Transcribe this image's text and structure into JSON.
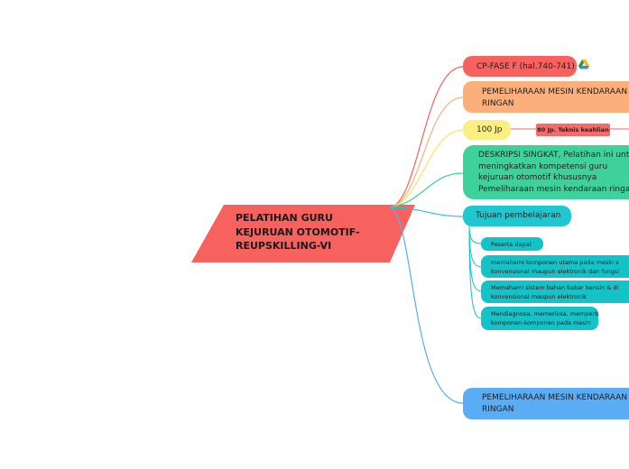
{
  "central": {
    "lines": [
      "PELATIHAN GURU",
      "KEJURUAN OTOMOTIF-",
      "REUPSKILLING-VI"
    ],
    "color": "#f7625f"
  },
  "nodes": {
    "cp_fase": {
      "text": "CP-FASE F (hal.740-741)",
      "color": "#f7625f",
      "icon": "google-drive-icon"
    },
    "pemeliharaan_1": {
      "lines": [
        "PEMELIHARAAN MESIN KENDARAAN",
        "RINGAN"
      ],
      "color": "#fbb07c"
    },
    "jp": {
      "text": "100 Jp",
      "color": "#fbef84"
    },
    "jp_tag": {
      "text": "80 Jp. Teknis keahlian",
      "color": "#f76a6a"
    },
    "deskripsi": {
      "lines": [
        "DESKRIPSI SINGKAT, Pelatihan ini untuk",
        "meningkatkan kompetensi guru",
        "kejuruan otomotif khususnya",
        "Pemeliharaan mesin kendaraan ringan."
      ],
      "color": "#3ed19e"
    },
    "tujuan": {
      "text": "Tujuan pembelajaran",
      "color": "#1fc8d1"
    },
    "sub": [
      {
        "lines": [
          "Peserta dapat"
        ]
      },
      {
        "lines": [
          "memahami  komponen utama pada mesin s",
          "konvensional maupun elektronik dan fungsi"
        ]
      },
      {
        "lines": [
          "Memahami sistem bahan bakar bensin & di",
          "konvensional maupun elektronik"
        ]
      },
      {
        "lines": [
          "Mendiagnosa, memeriksa, memperbaiki",
          "komponen-komponen pada mesin"
        ]
      }
    ],
    "sub_color": "#14c3c7",
    "pemeliharaan_2": {
      "lines": [
        "PEMELIHARAAN MESIN KENDARAAN",
        "RINGAN"
      ],
      "color": "#5aadf5"
    }
  }
}
